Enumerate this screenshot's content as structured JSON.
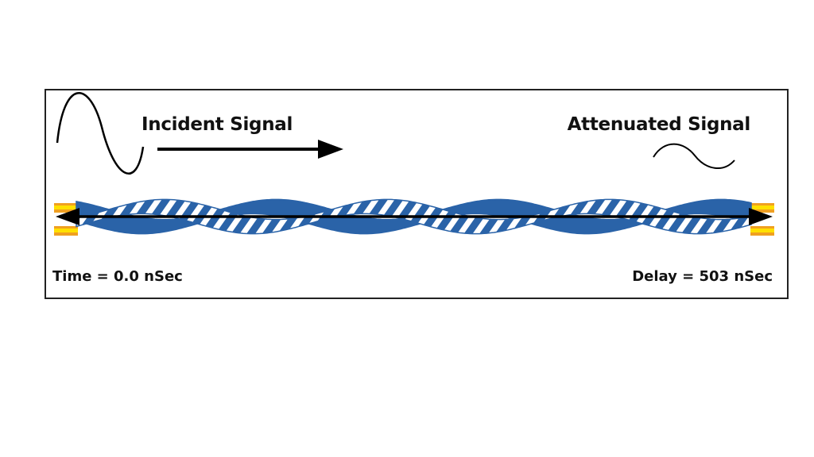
{
  "labels": {
    "incident": "Incident Signal",
    "attenuated": "Attenuated Signal",
    "time": "Time = 0.0 nSec",
    "delay": "Delay = 503 nSec"
  },
  "colors": {
    "cable_blue": "#2a63a8",
    "cable_stripe": "#ffffff",
    "conductor_orange": "#f0a020",
    "conductor_yellow": "#ffe000",
    "arrow": "#000000"
  },
  "icons": {
    "incident_wave": "sine-wave-large-icon",
    "attenuated_wave": "sine-wave-small-icon",
    "direction_arrow": "right-arrow-icon",
    "propagation_arrow": "double-headed-arrow-icon"
  }
}
